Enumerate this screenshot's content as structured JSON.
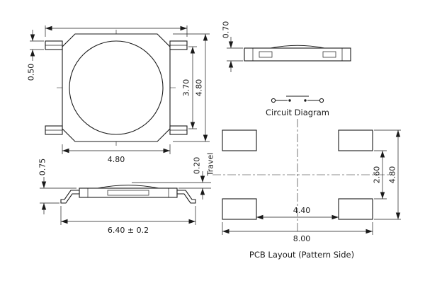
{
  "colors": {
    "line": "#1a1a1a",
    "background": "#ffffff"
  },
  "top_view": {
    "dim_lead_width": "0.50",
    "dim_inner_height": "3.70",
    "dim_outer_height": "4.80",
    "dim_body_width": "4.80"
  },
  "side_view": {
    "dim_height": "0.70"
  },
  "circuit": {
    "caption": "Circuit Diagram"
  },
  "front_view": {
    "dim_height": "0.75",
    "dim_travel": "0.20",
    "travel_label": "Travel",
    "dim_width": "6.40 ± 0.2"
  },
  "pcb": {
    "dim_pad_inner_v": "2.60",
    "dim_pad_outer_v": "4.80",
    "dim_pad_inner_h": "4.40",
    "dim_pad_outer_h": "8.00",
    "caption": "PCB Layout (Pattern Side)"
  }
}
